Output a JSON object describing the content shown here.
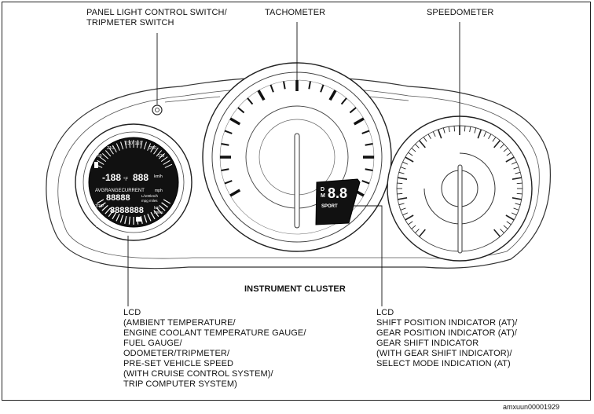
{
  "labels": {
    "panel_switch": [
      "PANEL LIGHT CONTROL SWITCH/",
      "TRIPMETER SWITCH"
    ],
    "tachometer": "TACHOMETER",
    "speedometer": "SPEEDOMETER",
    "instrument_cluster": "INSTRUMENT CLUSTER",
    "lcd_left": [
      "LCD",
      "(AMBIENT TEMPERATURE/",
      "ENGINE COOLANT TEMPERATURE GAUGE/",
      "FUEL GAUGE/",
      "ODOMETER/TRIPMETER/",
      "PRE-SET VEHICLE SPEED",
      "(WITH CRUISE CONTROL SYSTEM)/",
      "TRIP COMPUTER SYSTEM)"
    ],
    "lcd_right": [
      "LCD",
      "SHIFT POSITION INDICATOR (AT)/",
      "GEAR POSITION INDICATOR (AT)/",
      "GEAR SHIFT INDICATOR",
      "(WITH GEAR SHIFT INDICATOR)/",
      "SELECT MODE INDICATION (AT)"
    ]
  },
  "lcd_display": {
    "temp_top": "230°110",
    "temp_left": "210",
    "temp_right": "250",
    "temp_far_left": "50",
    "temp_far_right": "120",
    "big_temp": "-188",
    "big_temp_unit": "°F",
    "speed": "888",
    "speed_unit": "km/h",
    "avg_row": "AVGRANGECURRENT",
    "avg_unit": "mph",
    "odo": "88888",
    "odo_unit": "L/100km/h",
    "odo_unit2": "mpg miles",
    "trip_label": "TRIP",
    "trip_digits": "8888888",
    "trip_unit": "km",
    "trip_unit2": "miles",
    "fuel_e": "E",
    "fuel_f": "F"
  },
  "gear_display": {
    "letters_top": "D",
    "letters_bottom": "M",
    "digits": "8.8",
    "sport": "SPORT"
  },
  "image_code": "amxuun00001929"
}
